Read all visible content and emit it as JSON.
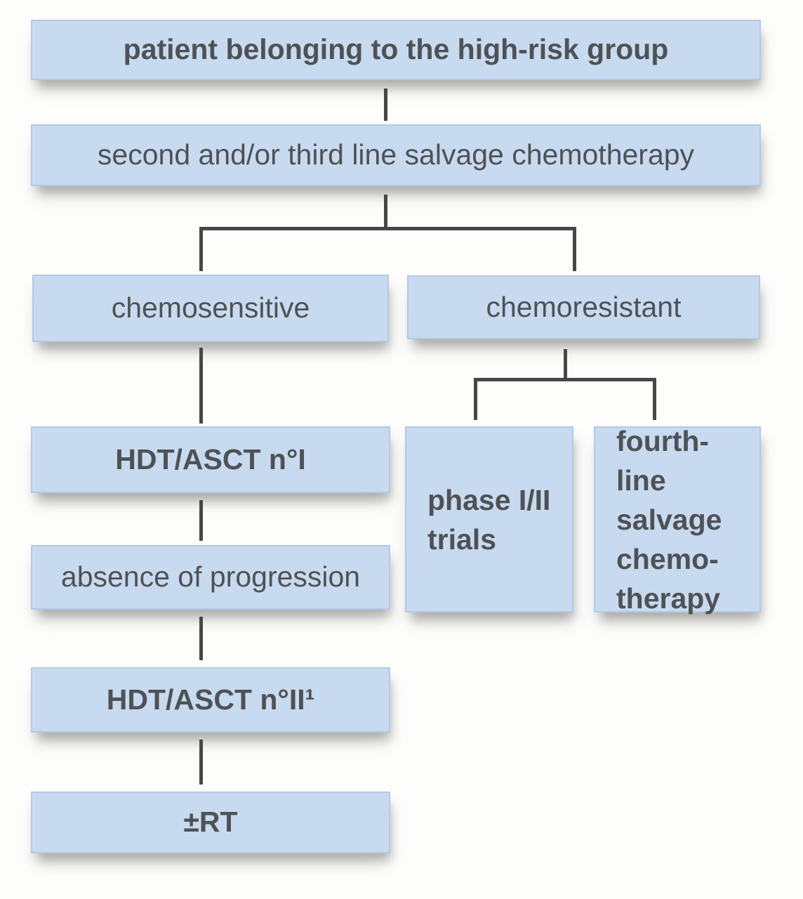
{
  "diagram": {
    "type": "flowchart",
    "subject": "treatment algorithm for high-risk patients",
    "colors": {
      "box_fill": "#c8daef",
      "box_border": "#b4c9e6",
      "text": "#4e5256",
      "connector_line": "#474747",
      "background": "#fdfdfc"
    },
    "nodes": {
      "high_risk": {
        "label": "patient belonging to the high-risk group",
        "emphasis": "bold"
      },
      "salvage_chemo": {
        "label": "second and/or third line salvage chemotherapy",
        "emphasis": "regular"
      },
      "chemosensitive": {
        "label": "chemosensitive",
        "emphasis": "regular"
      },
      "chemoresistant": {
        "label": "chemoresistant",
        "emphasis": "regular"
      },
      "hdt_asct_1": {
        "label": "HDT/ASCT n°I",
        "emphasis": "bold"
      },
      "phase_trials": {
        "label": "phase I/II\ntrials",
        "emphasis": "bold"
      },
      "fourth_line": {
        "label": "fourth-line\nsalvage\nchemo-\ntherapy",
        "emphasis": "bold"
      },
      "absence_progression": {
        "label": "absence of progression",
        "emphasis": "regular"
      },
      "hdt_asct_2": {
        "label": "HDT/ASCT n°II¹",
        "emphasis": "bold"
      },
      "rt": {
        "label": "±RT",
        "emphasis": "bold"
      }
    },
    "edges": [
      "high_risk -> salvage_chemo",
      "salvage_chemo -> chemosensitive",
      "salvage_chemo -> chemoresistant",
      "chemosensitive -> hdt_asct_1",
      "chemoresistant -> phase_trials",
      "chemoresistant -> fourth_line",
      "hdt_asct_1 -> absence_progression",
      "absence_progression -> hdt_asct_2",
      "hdt_asct_2 -> rt"
    ]
  }
}
